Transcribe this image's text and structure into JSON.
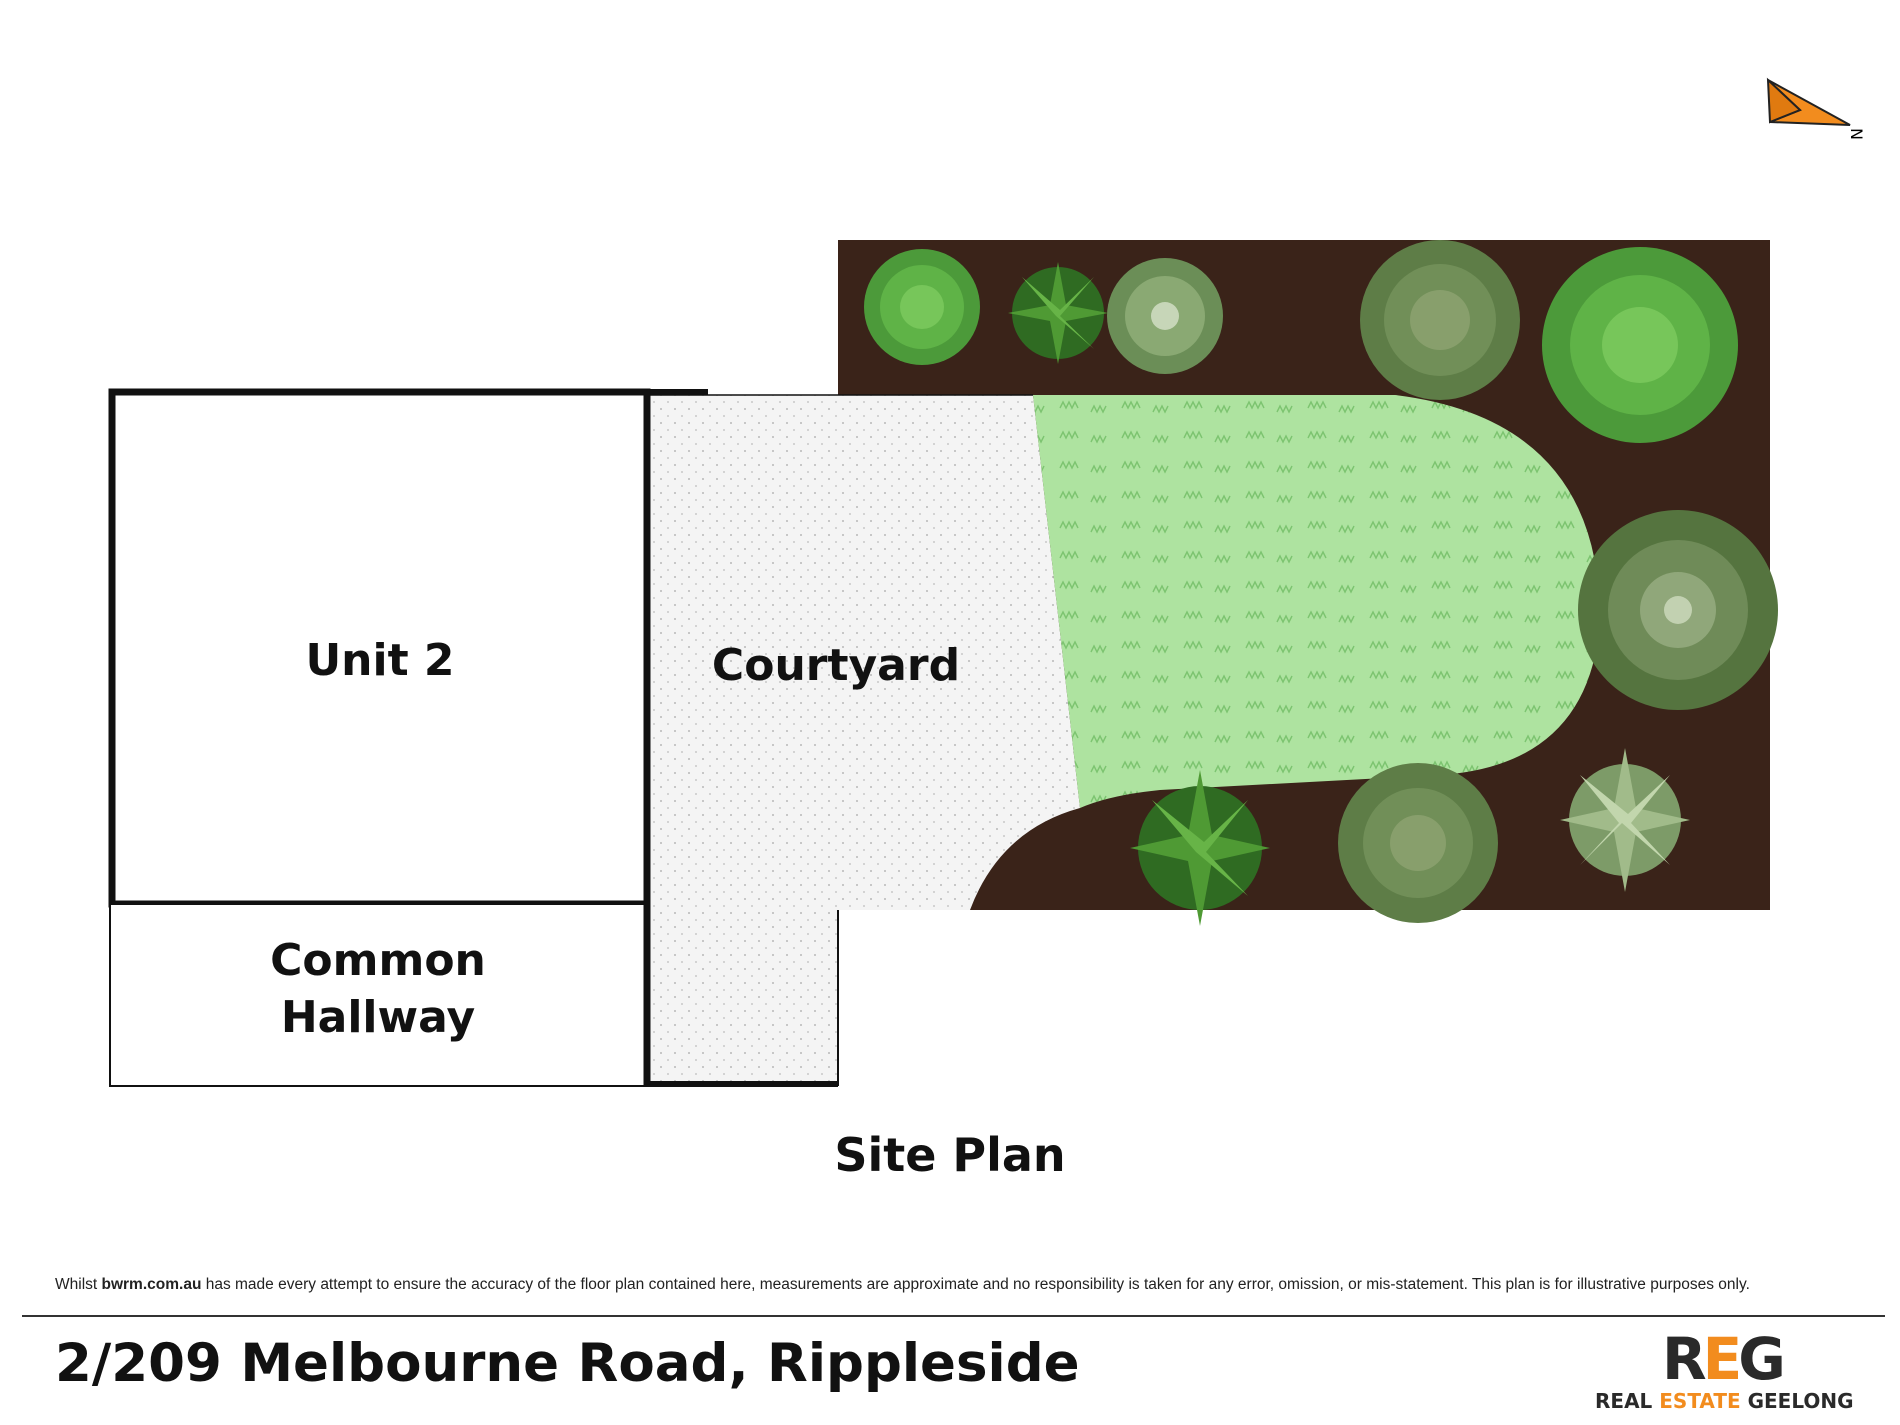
{
  "rooms": {
    "unit": "Unit 2",
    "courtyard": "Courtyard",
    "hallway_line1": "Common",
    "hallway_line2": "Hallway"
  },
  "plan_title": "Site Plan",
  "compass": {
    "icon": "north-arrow-icon",
    "letter": "N"
  },
  "colors": {
    "garden_bed": "#3a2319",
    "lawn": "#aee3a0",
    "paving": "#f3f3f3",
    "accent": "#f28c1e"
  },
  "footer": {
    "disclaimer_prefix": "Whilst ",
    "disclaimer_site": "bwrm.com.au",
    "disclaimer_suffix": " has made every attempt to ensure the accuracy of the floor plan contained here, measurements are approximate and no responsibility is taken for any error, omission, or mis-statement. This plan is for illustrative purposes only.",
    "address": "2/209 Melbourne Road, Rippleside"
  },
  "logo": {
    "mark_r": "R",
    "mark_e": "E",
    "mark_g": "G",
    "text_real": "REAL ",
    "text_estate": "ESTATE",
    "text_geelong": " GEELONG"
  }
}
